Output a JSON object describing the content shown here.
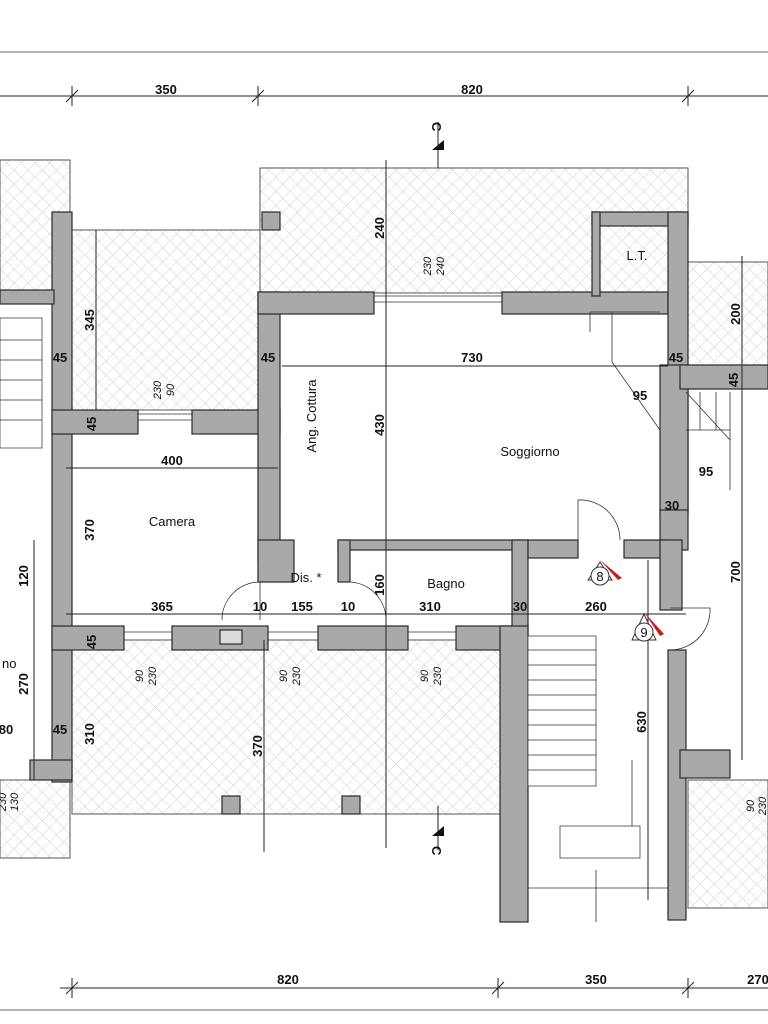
{
  "rooms": {
    "camera": "Camera",
    "soggiorno": "Soggiorno",
    "cucina": "Ang. Cottura",
    "bagno": "Bagno",
    "disimpegno": "Dis. *",
    "lt": "L.T.",
    "left_partial": "no"
  },
  "dimensions": {
    "top_350": "350",
    "top_820": "820",
    "bottom_820": "820",
    "bottom_350": "350",
    "bottom_270": "270",
    "d240": "240",
    "d240b": "240",
    "d230a": "230",
    "d345": "345",
    "d200": "200",
    "d730": "730",
    "d400": "400",
    "d430": "430",
    "d370": "370",
    "d370b": "370",
    "d365": "365",
    "d155": "155",
    "d310": "310",
    "d310b": "310",
    "d260": "260",
    "d160": "160",
    "d120": "120",
    "d270": "270",
    "d630": "630",
    "d700": "700",
    "d95a": "95",
    "d95b": "95",
    "d45a": "45",
    "d45b": "45",
    "d45c": "45",
    "d45d": "45",
    "d45e": "45",
    "d45f": "45",
    "d45g": "45",
    "d10a": "10",
    "d10b": "10",
    "d30a": "30",
    "d30b": "30",
    "d80": "80",
    "d90": "90",
    "d230": "230",
    "d90b": "90",
    "d230b": "230",
    "d90c": "90",
    "d230c": "230",
    "d90d": "90",
    "d230d": "230",
    "d90e": "90",
    "d230e": "230",
    "d230f": "230",
    "d130": "130"
  },
  "markers": {
    "m8": "8",
    "m9": "9",
    "section_top": "C",
    "section_bottom": "C"
  }
}
